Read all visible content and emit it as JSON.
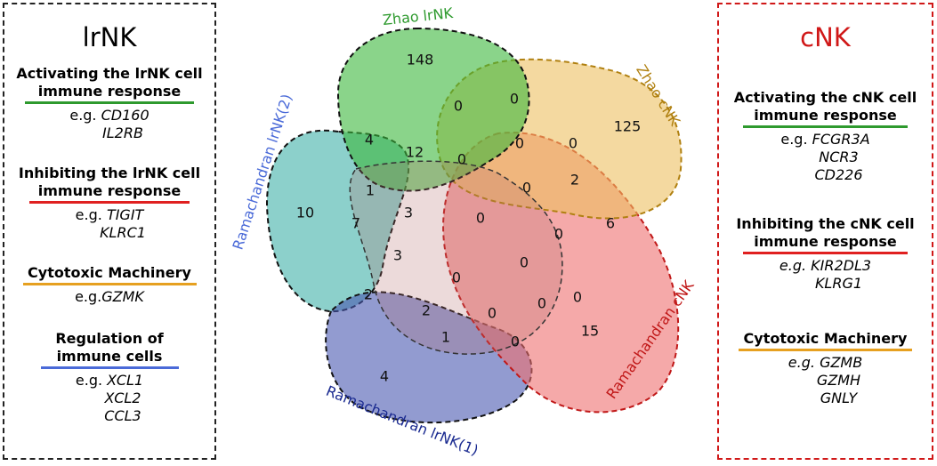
{
  "left_panel": {
    "title": "lrNK",
    "sections": [
      {
        "line1": "Activating the lrNK cell",
        "line2": "immune response",
        "color": "#2e9a2e",
        "prefix": "e.g.",
        "examples": [
          "CD160",
          "IL2RB"
        ]
      },
      {
        "line1": "Inhibiting the lrNK cell",
        "line2": "immune response",
        "color": "#e02020",
        "prefix": "e.g.",
        "examples": [
          "TIGIT",
          "KLRC1"
        ]
      },
      {
        "line1": "Cytotoxic Machinery",
        "line2": "",
        "color": "#e6a020",
        "prefix": "e.g.",
        "examples": [
          "GZMK"
        ]
      },
      {
        "line1": "Regulation of",
        "line2": "immune cells",
        "color": "#4a6ad8",
        "prefix": "e.g.",
        "examples": [
          "XCL1",
          "XCL2",
          "CCL3"
        ]
      }
    ]
  },
  "right_panel": {
    "title": "cNK",
    "title_color": "#d01818",
    "sections": [
      {
        "line1": "Activating the cNK cell",
        "line2": "immune response",
        "color": "#2e9a2e",
        "prefix": "e.g.",
        "examples": [
          "FCGR3A",
          "NCR3",
          "CD226"
        ]
      },
      {
        "line1": "Inhibiting the cNK cell",
        "line2": "immune response",
        "color": "#e02020",
        "prefix": "e.g.",
        "examples": [
          "KIR2DL3",
          "KLRG1"
        ]
      },
      {
        "line1": "Cytotoxic Machinery",
        "line2": "",
        "color": "#e6a020",
        "prefix": "e.g.",
        "examples": [
          "GZMB",
          "GZMH",
          "GNLY"
        ]
      }
    ]
  },
  "venn": {
    "sets": [
      {
        "name": "Zhao lrNK",
        "color": "#3cb83c",
        "label_color": "#2e9a2e"
      },
      {
        "name": "Zhao cNK",
        "color": "#ecc060",
        "label_color": "#b08010"
      },
      {
        "name": "Ramachandran cNK",
        "color": "#ee7070",
        "label_color": "#c01818"
      },
      {
        "name": "Ramachandran lrNK(1)",
        "color": "#4a58b0",
        "label_color": "#1a2a90"
      },
      {
        "name": "Ramachandran lrNK(2)",
        "color": "#40b0a8",
        "label_color": "#4a6ad8"
      }
    ],
    "counts": [
      "148",
      "0",
      "0",
      "125",
      "4",
      "12",
      "0",
      "0",
      "0",
      "0",
      "2",
      "10",
      "1",
      "3",
      "0",
      "0",
      "6",
      "7",
      "3",
      "0",
      "0",
      "2",
      "0",
      "0",
      "15",
      "2",
      "1",
      "0",
      "4"
    ]
  }
}
